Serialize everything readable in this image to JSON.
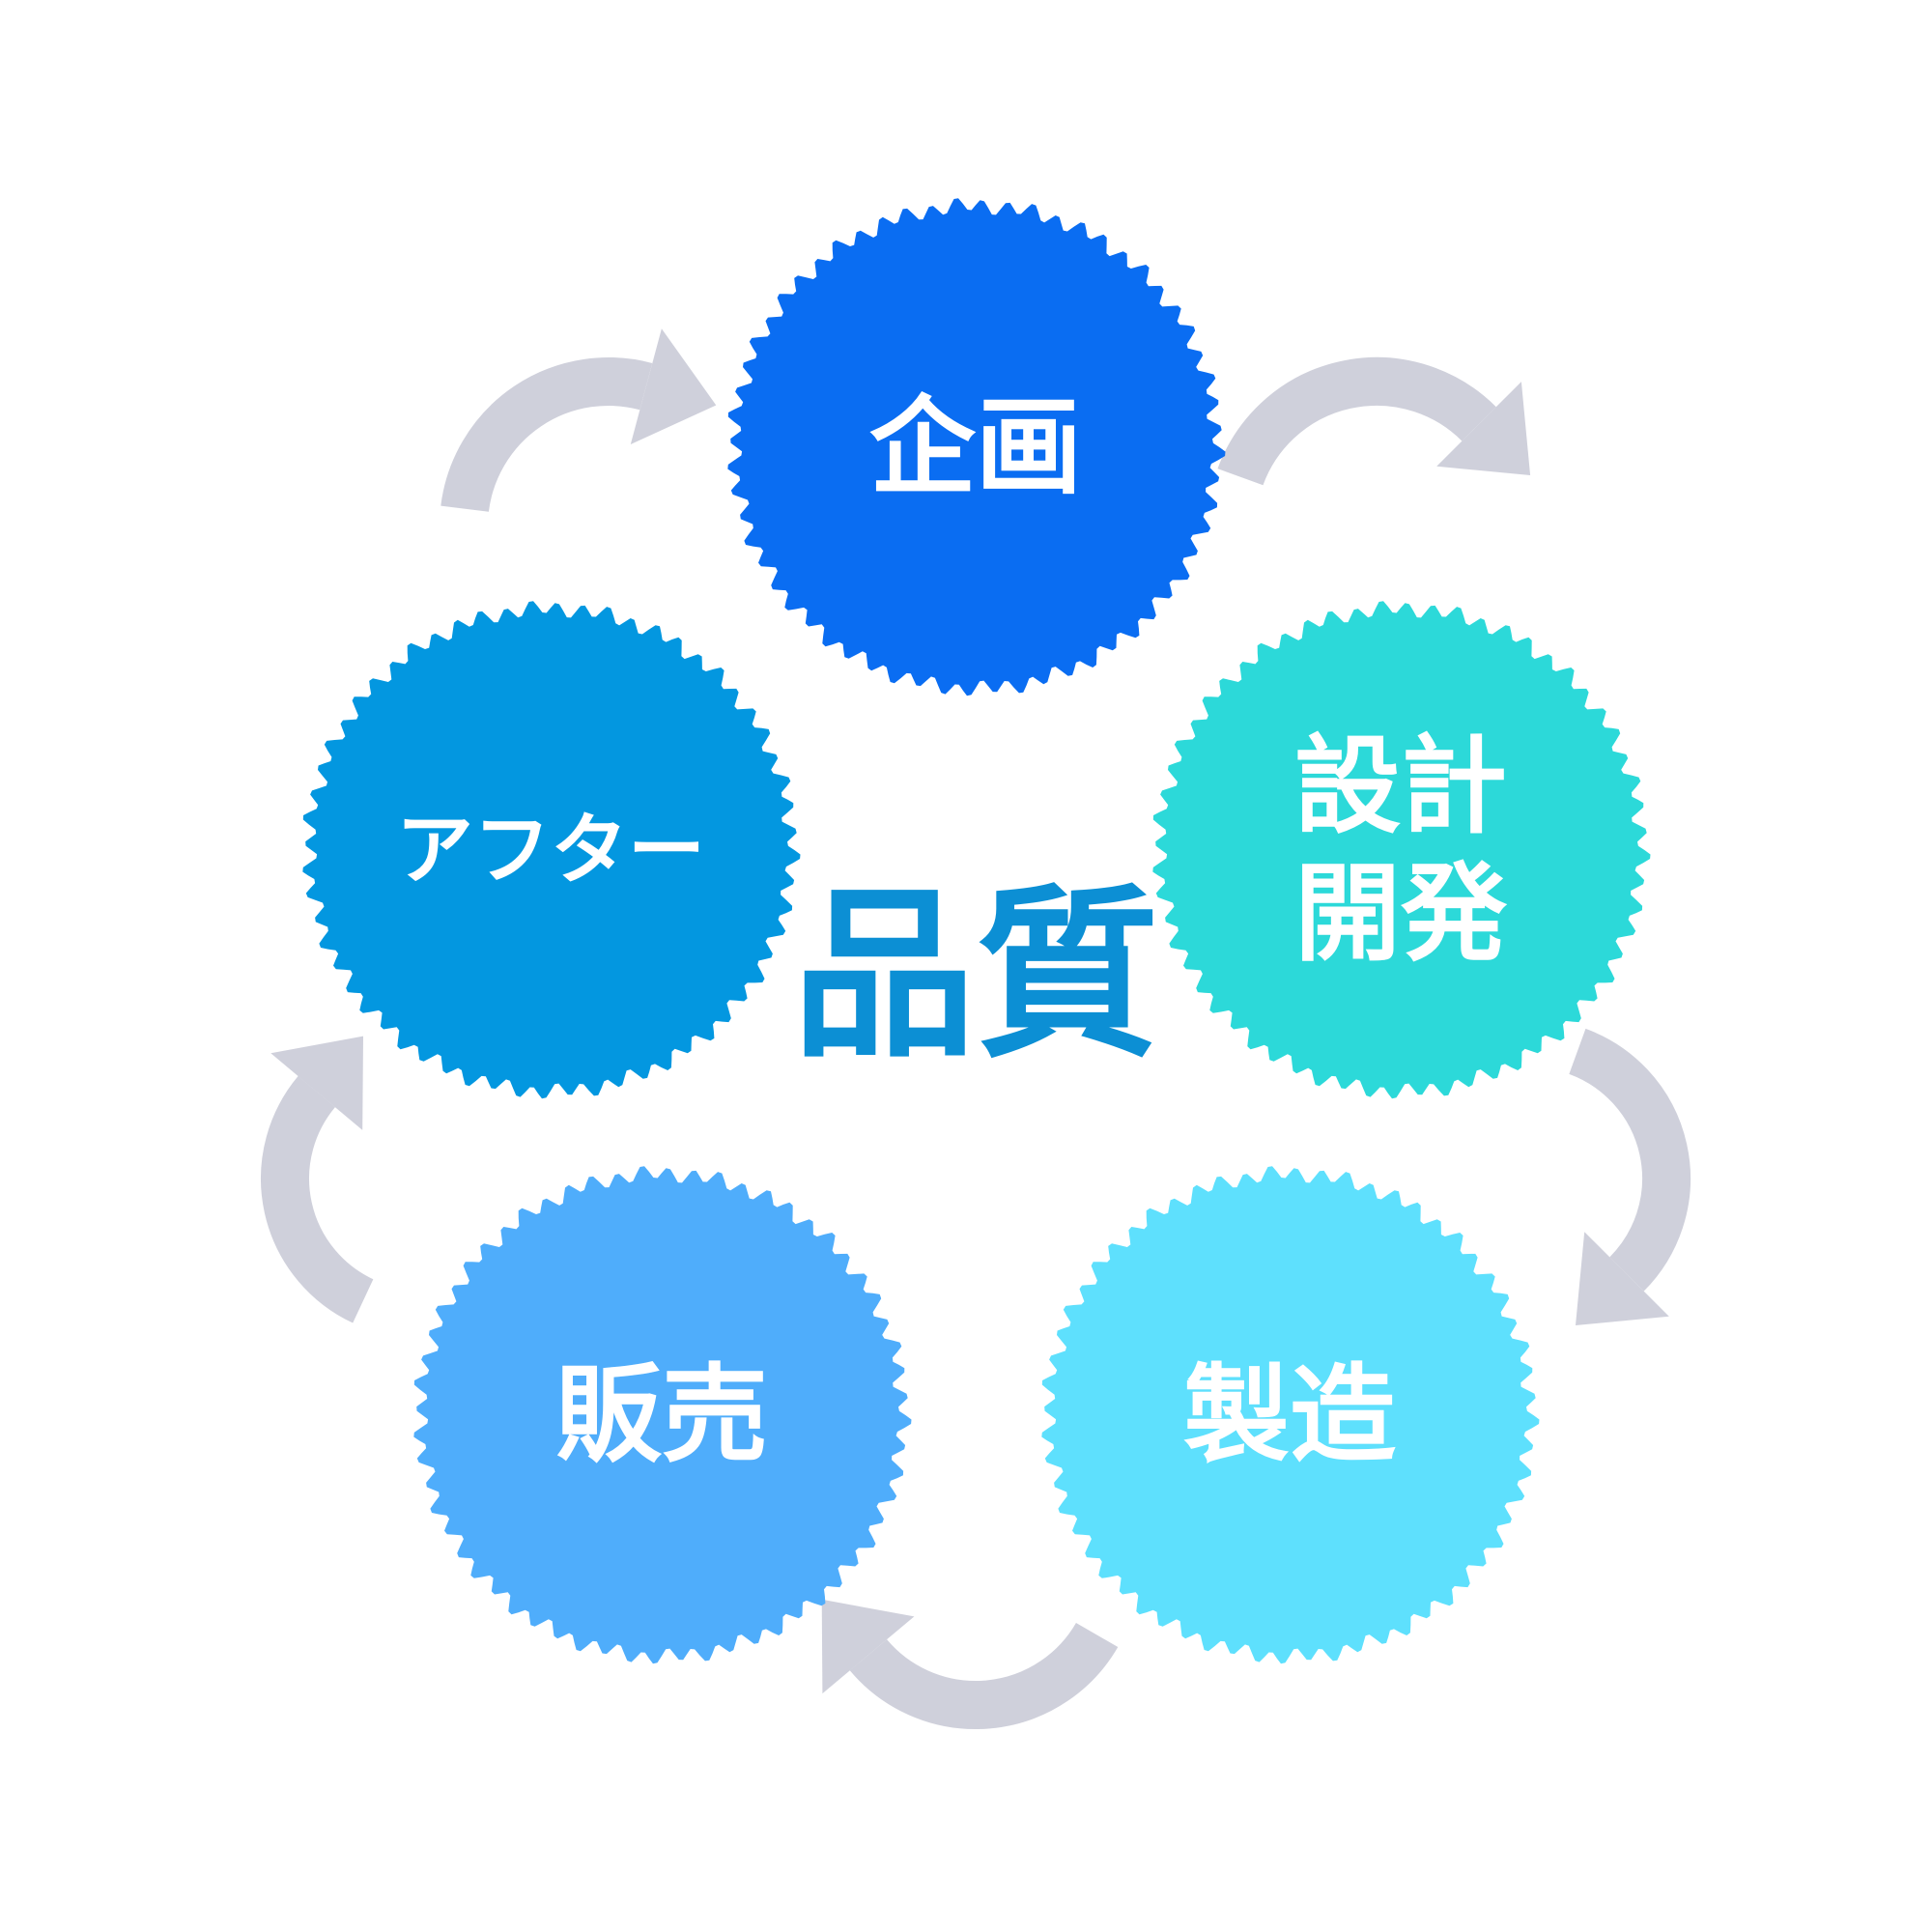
{
  "center": {
    "label": "品質",
    "color": "#0c8fd4"
  },
  "nodes": [
    {
      "id": "kikaku",
      "lines": [
        "企画"
      ],
      "color": "#0a6df2"
    },
    {
      "id": "sekkei",
      "lines": [
        "設計",
        "開発"
      ],
      "color": "#2cd9d9"
    },
    {
      "id": "seizo",
      "lines": [
        "製造"
      ],
      "color": "#5ee0fd"
    },
    {
      "id": "hanbai",
      "lines": [
        "販売"
      ],
      "color": "#4fadfb"
    },
    {
      "id": "after",
      "lines": [
        "アフター"
      ],
      "color": "#0397e0"
    }
  ],
  "arrow_color": "#cfd0db",
  "arrow_icon": "curved-arrow-icon"
}
